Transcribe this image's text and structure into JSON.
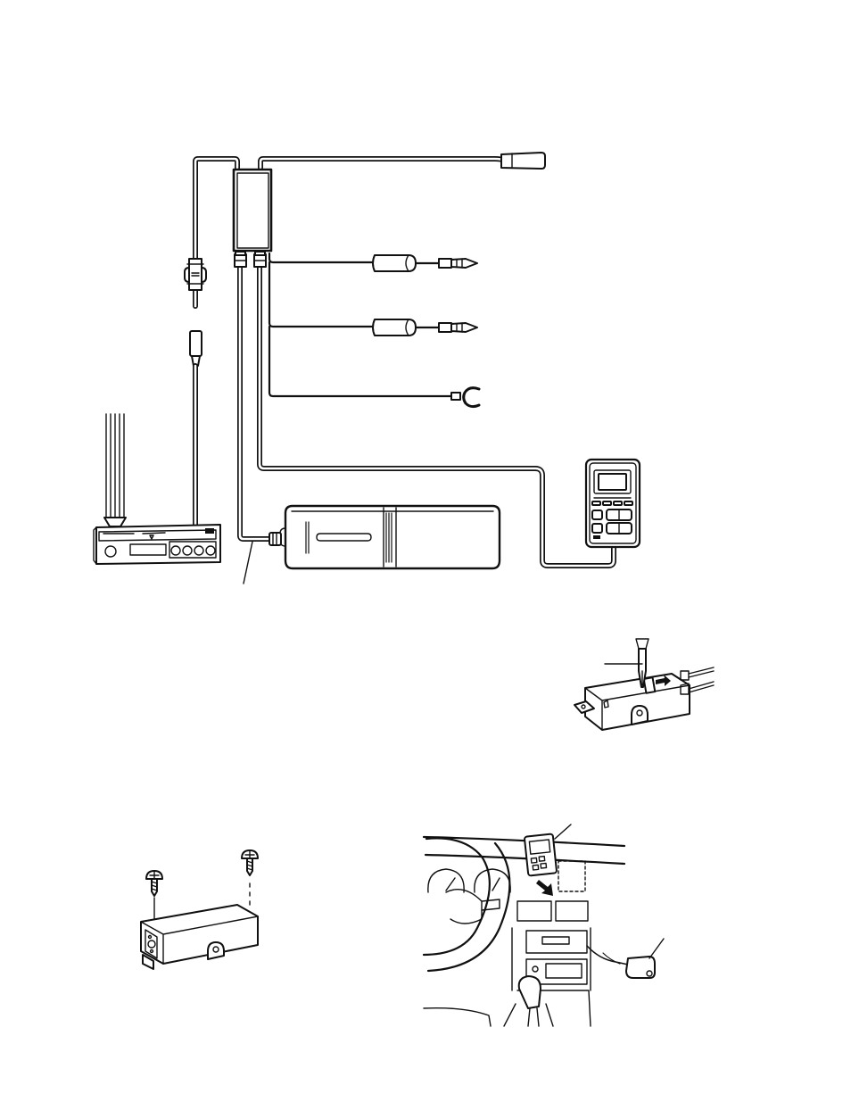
{
  "figure": {
    "wiring_diagram": {
      "components": [
        "rf-adapter-box",
        "antenna-plug",
        "head-unit",
        "radio-antenna-jack",
        "cd-changer",
        "remote-control",
        "power-lead-1",
        "power-lead-2",
        "ground-lead",
        "antenna-lead"
      ]
    },
    "adapter_switch_inset": {},
    "adapter_mounting_inset": {},
    "dashboard_inset": {}
  },
  "colors": {
    "line": "#111111",
    "background": "#ffffff"
  }
}
